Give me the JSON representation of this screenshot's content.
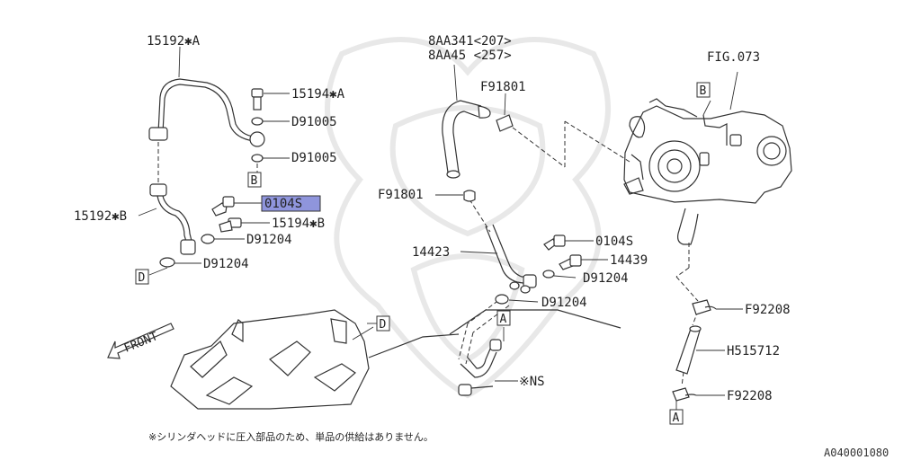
{
  "labels": {
    "p15192a": "15192✱A",
    "p15194a": "15194✱A",
    "p15192b": "15192✱B",
    "p15194b": "15194✱B",
    "d91005_1": "D91005",
    "d91005_2": "D91005",
    "p0104s_hl": "0104S",
    "d91204_1": "D91204",
    "d91204_2": "D91204",
    "p8aa341": "8AA341<207>",
    "p8aa45": "8AA45 <257>",
    "f91801_1": "F91801",
    "f91801_2": "F91801",
    "p14423": "14423",
    "p0104s_2": "0104S",
    "p14439": "14439",
    "d91204_3": "D91204",
    "d91204_4": "D91204",
    "fig073": "FIG.073",
    "f92208_1": "F92208",
    "h515712": "H515712",
    "f92208_2": "F92208",
    "ns": "※NS",
    "front": "FRONT"
  },
  "ref_boxes": {
    "b1": "B",
    "b2": "B",
    "d1": "D",
    "d2": "D",
    "a1": "A",
    "a2": "A"
  },
  "footnote": "※シリンダヘッドに圧入部品のため、単品の供給はありません。",
  "diagram_code": "A040001080",
  "colors": {
    "highlight": "#8f95dc",
    "line": "#333333"
  }
}
